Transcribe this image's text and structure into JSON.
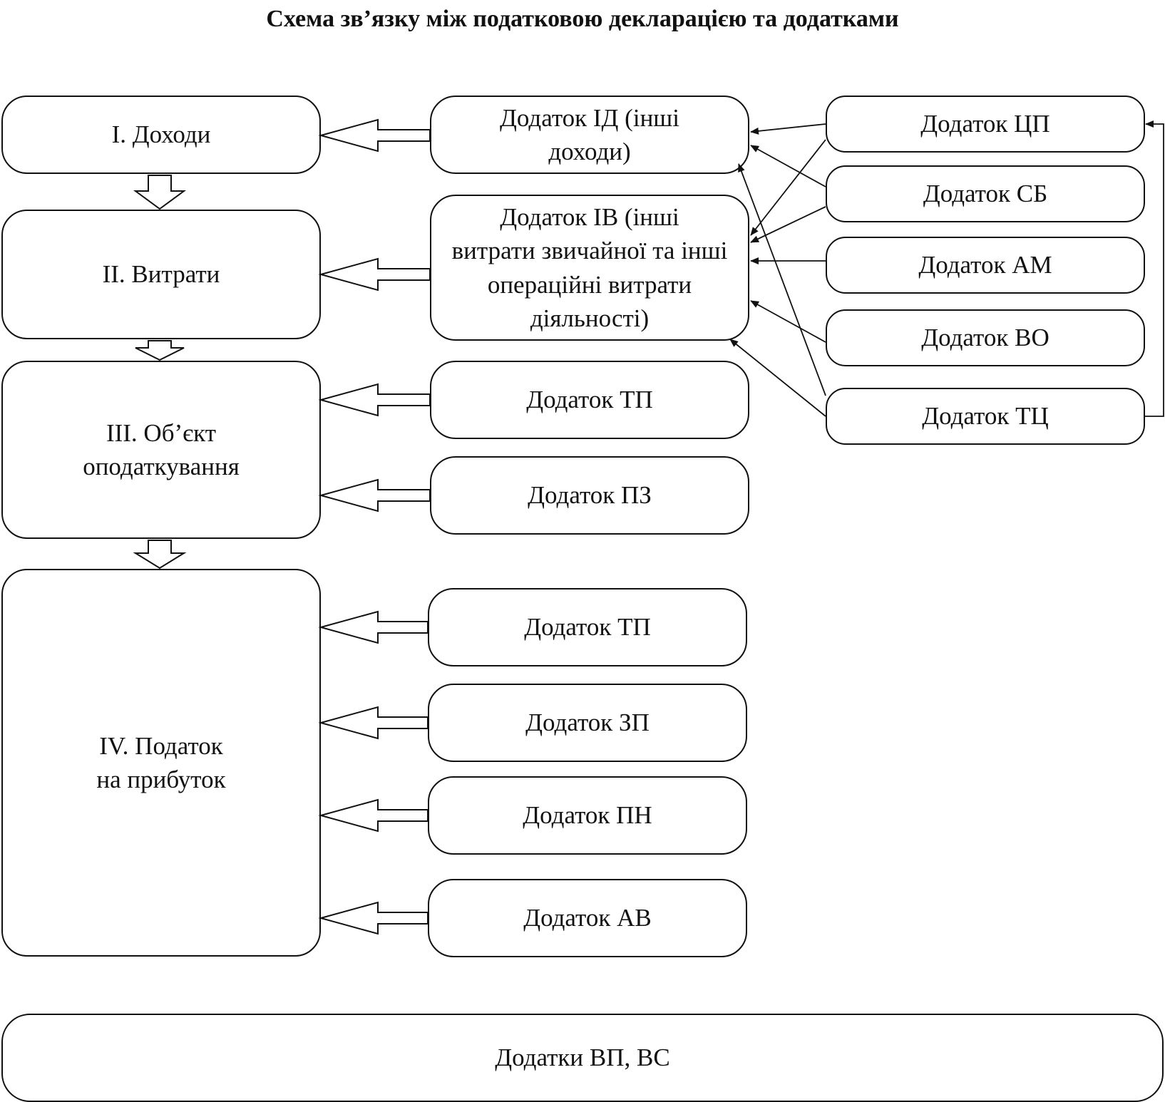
{
  "title": "Схема зв’язку між податковою декларацією та додатками",
  "sections": {
    "income": "I. Доходи",
    "expenses": "II. Витрати",
    "taxable_object": "III. Об’єкт\nоподаткування",
    "profit_tax": "IV. Податок\nна прибуток"
  },
  "appendices": {
    "id": "Додаток ІД (інші\nдоходи)",
    "iv": "Додаток ІВ (інші\nвитрати звичайної та інші\nопераційні витрати\nдіяльності)",
    "tp_1": "Додаток ТП",
    "pz": "Додаток ПЗ",
    "tp_2": "Додаток ТП",
    "zp": "Додаток ЗП",
    "pn": "Додаток ПН",
    "av": "Додаток АВ",
    "tsp": "Додаток ЦП",
    "sb": "Додаток СБ",
    "am": "Додаток АМ",
    "vo": "Додаток ВО",
    "tts": "Додаток ТЦ"
  },
  "footer_box": "Додатки ВП, ВС"
}
